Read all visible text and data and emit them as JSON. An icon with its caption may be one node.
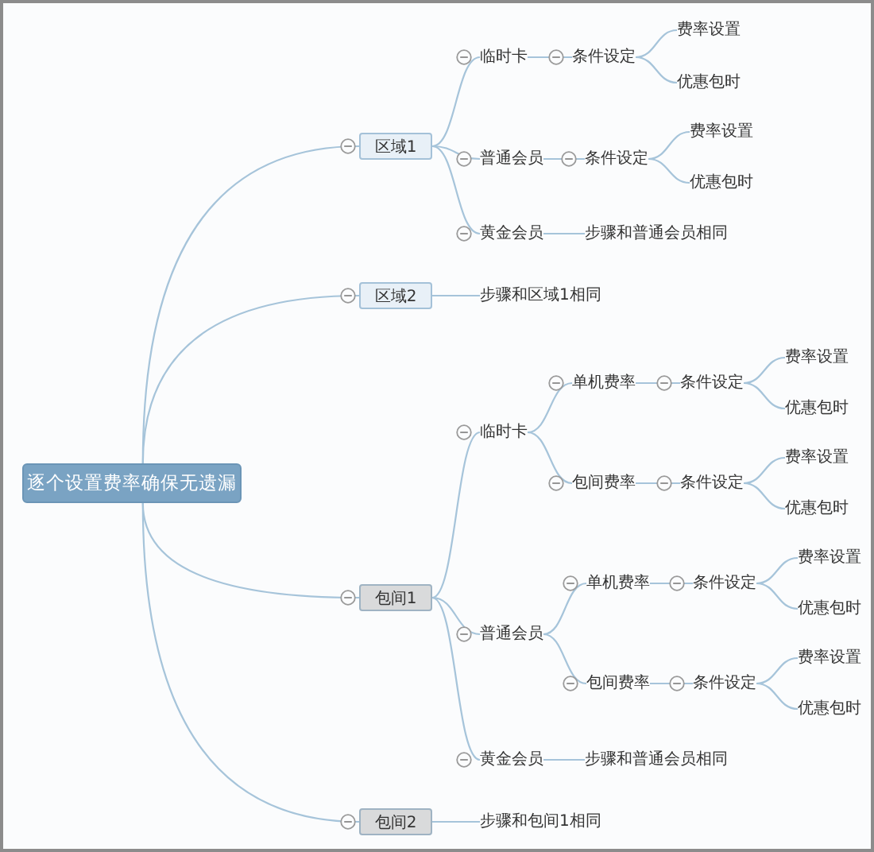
{
  "diagram": {
    "nodes": [
      {
        "text": [
          "逐个设置费率确保无遗漏"
        ]
      },
      {
        "text": [
          "区域1"
        ]
      },
      {
        "text": [
          "临时卡"
        ]
      },
      {
        "text": [
          "条件设定"
        ]
      },
      {
        "text": [
          "费率设置"
        ]
      },
      {
        "text": [
          "优惠包时"
        ]
      },
      {
        "text": [
          "普通会员"
        ]
      },
      {
        "text": [
          "条件设定"
        ]
      },
      {
        "text": [
          "费率设置"
        ]
      },
      {
        "text": [
          "优惠包时"
        ]
      },
      {
        "text": [
          "黄金会员"
        ]
      },
      {
        "text": [
          "步骤和普通会员相同"
        ]
      },
      {
        "text": [
          "区域2"
        ]
      },
      {
        "text": [
          "步骤和区域1相同"
        ]
      },
      {
        "text": [
          "包间1"
        ]
      },
      {
        "text": [
          "临时卡"
        ]
      },
      {
        "text": [
          "单机费率"
        ]
      },
      {
        "text": [
          "条件设定"
        ]
      },
      {
        "text": [
          "费率设置"
        ]
      },
      {
        "text": [
          "优惠包时"
        ]
      },
      {
        "text": [
          "包间费率"
        ]
      },
      {
        "text": [
          "条件设定"
        ]
      },
      {
        "text": [
          "费率设置"
        ]
      },
      {
        "text": [
          "优惠包时"
        ]
      },
      {
        "text": [
          "普通会员"
        ]
      },
      {
        "text": [
          "单机费率"
        ]
      },
      {
        "text": [
          "条件设定"
        ]
      },
      {
        "text": [
          "费率设置"
        ]
      },
      {
        "text": [
          "优惠包时"
        ]
      },
      {
        "text": [
          "包间费率"
        ]
      },
      {
        "text": [
          "条件设定"
        ]
      },
      {
        "text": [
          "费率设置"
        ]
      },
      {
        "text": [
          "优惠包时"
        ]
      },
      {
        "text": [
          "黄金会员"
        ]
      },
      {
        "text": [
          "步骤和普通会员相同"
        ]
      },
      {
        "text": [
          "包间2"
        ]
      },
      {
        "text": [
          "步骤和包间1相同"
        ]
      }
    ],
    "edges": [
      {
        "from": 0,
        "to": 1,
        "arrow": "none"
      },
      {
        "from": 1,
        "to": 2,
        "arrow": "none"
      },
      {
        "from": 2,
        "to": 3,
        "arrow": "none"
      },
      {
        "from": 3,
        "to": 4,
        "arrow": "none"
      },
      {
        "from": 3,
        "to": 5,
        "arrow": "none"
      },
      {
        "from": 1,
        "to": 6,
        "arrow": "none"
      },
      {
        "from": 6,
        "to": 7,
        "arrow": "none"
      },
      {
        "from": 7,
        "to": 8,
        "arrow": "none"
      },
      {
        "from": 7,
        "to": 9,
        "arrow": "none"
      },
      {
        "from": 1,
        "to": 10,
        "arrow": "none"
      },
      {
        "from": 10,
        "to": 11,
        "arrow": "none"
      },
      {
        "from": 0,
        "to": 12,
        "arrow": "none"
      },
      {
        "from": 12,
        "to": 13,
        "arrow": "none"
      },
      {
        "from": 0,
        "to": 14,
        "arrow": "none"
      },
      {
        "from": 14,
        "to": 15,
        "arrow": "none"
      },
      {
        "from": 15,
        "to": 16,
        "arrow": "none"
      },
      {
        "from": 16,
        "to": 17,
        "arrow": "none"
      },
      {
        "from": 17,
        "to": 18,
        "arrow": "none"
      },
      {
        "from": 17,
        "to": 19,
        "arrow": "none"
      },
      {
        "from": 15,
        "to": 20,
        "arrow": "none"
      },
      {
        "from": 20,
        "to": 21,
        "arrow": "none"
      },
      {
        "from": 21,
        "to": 22,
        "arrow": "none"
      },
      {
        "from": 21,
        "to": 23,
        "arrow": "none"
      },
      {
        "from": 14,
        "to": 24,
        "arrow": "none"
      },
      {
        "from": 24,
        "to": 25,
        "arrow": "none"
      },
      {
        "from": 25,
        "to": 26,
        "arrow": "none"
      },
      {
        "from": 26,
        "to": 27,
        "arrow": "none"
      },
      {
        "from": 26,
        "to": 28,
        "arrow": "none"
      },
      {
        "from": 24,
        "to": 29,
        "arrow": "none"
      },
      {
        "from": 29,
        "to": 30,
        "arrow": "none"
      },
      {
        "from": 30,
        "to": 31,
        "arrow": "none"
      },
      {
        "from": 30,
        "to": 32,
        "arrow": "none"
      },
      {
        "from": 14,
        "to": 33,
        "arrow": "none"
      },
      {
        "from": 33,
        "to": 34,
        "arrow": "none"
      },
      {
        "from": 0,
        "to": 35,
        "arrow": "none"
      },
      {
        "from": 35,
        "to": 36,
        "arrow": "none"
      }
    ]
  }
}
